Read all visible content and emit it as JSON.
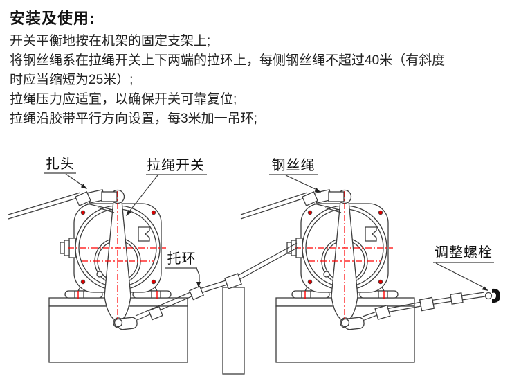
{
  "title": "安装及使用:",
  "instructions": [
    "开关平衡地按在机架的固定支架上;",
    "将钢丝绳系在拉绳开关上下两端的拉环上，每侧钢丝绳不超过40米（有斜度",
    "时应当缩短为25米）;",
    "拉绳压力应适宜，以确保开关可靠复位;",
    "拉绳沿胶带平行方向设置，每3米加一吊环;"
  ],
  "diagram": {
    "labels": {
      "rope_clamp": "扎头",
      "pull_rope_switch": "拉绳开关",
      "wire_rope": "钢丝绳",
      "support_ring": "托环",
      "adjusting_bolt": "调整螺栓"
    },
    "colors": {
      "line": "#3d3d3d",
      "centerline_red": "#ff0000"
    }
  }
}
